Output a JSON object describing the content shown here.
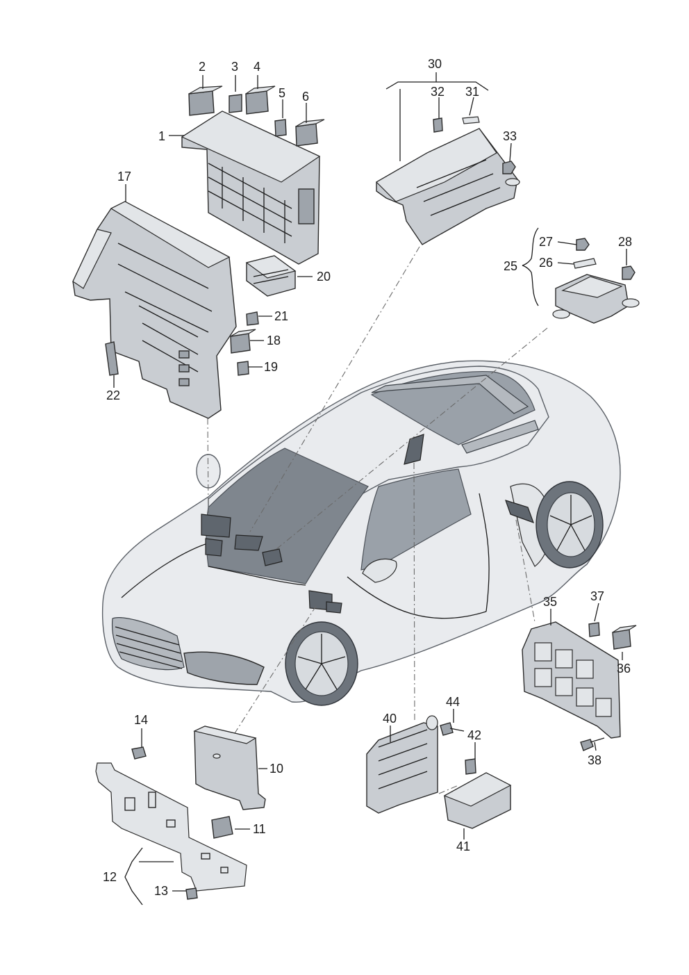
{
  "callouts": [
    {
      "id": "c1",
      "label": "1"
    },
    {
      "id": "c2",
      "label": "2"
    },
    {
      "id": "c3",
      "label": "3"
    },
    {
      "id": "c4",
      "label": "4"
    },
    {
      "id": "c5",
      "label": "5"
    },
    {
      "id": "c6",
      "label": "6"
    },
    {
      "id": "c10",
      "label": "10"
    },
    {
      "id": "c11",
      "label": "11"
    },
    {
      "id": "c12",
      "label": "12"
    },
    {
      "id": "c13",
      "label": "13"
    },
    {
      "id": "c14",
      "label": "14"
    },
    {
      "id": "c17",
      "label": "17"
    },
    {
      "id": "c18",
      "label": "18"
    },
    {
      "id": "c19",
      "label": "19"
    },
    {
      "id": "c20",
      "label": "20"
    },
    {
      "id": "c21",
      "label": "21"
    },
    {
      "id": "c22",
      "label": "22"
    },
    {
      "id": "c25",
      "label": "25"
    },
    {
      "id": "c26",
      "label": "26"
    },
    {
      "id": "c27",
      "label": "27"
    },
    {
      "id": "c28",
      "label": "28"
    },
    {
      "id": "c30",
      "label": "30"
    },
    {
      "id": "c31",
      "label": "31"
    },
    {
      "id": "c32",
      "label": "32"
    },
    {
      "id": "c33",
      "label": "33"
    },
    {
      "id": "c35",
      "label": "35"
    },
    {
      "id": "c36",
      "label": "36"
    },
    {
      "id": "c37",
      "label": "37"
    },
    {
      "id": "c38",
      "label": "38"
    },
    {
      "id": "c40",
      "label": "40"
    },
    {
      "id": "c41",
      "label": "41"
    },
    {
      "id": "c42",
      "label": "42"
    },
    {
      "id": "c44",
      "label": "44"
    }
  ]
}
